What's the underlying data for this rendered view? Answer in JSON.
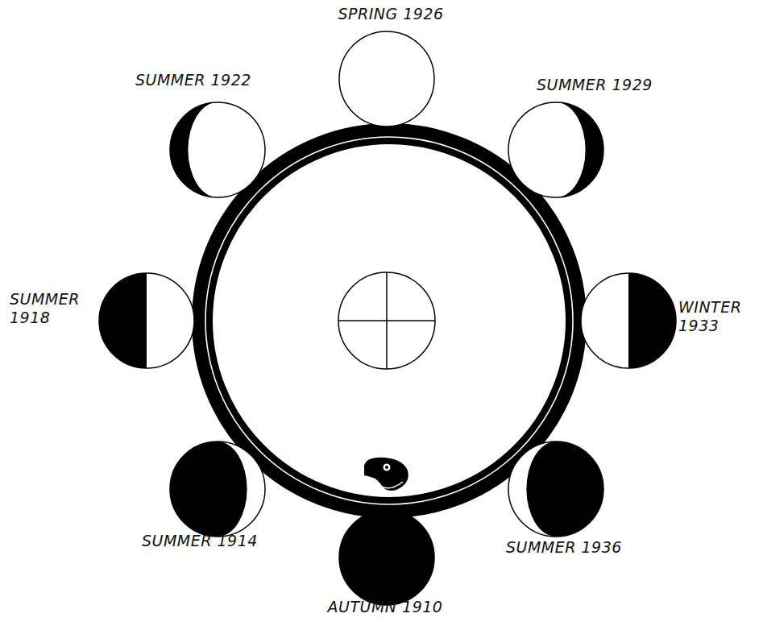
{
  "diagram": {
    "labels": [
      "SPRING 1926",
      "SUMMER 1922",
      "SUMMER 1929",
      "SUMMER 1918",
      "WINTER 1933",
      "SUMMER 1914",
      "SUMMER 1936",
      "AUTUMN 1910"
    ]
  }
}
